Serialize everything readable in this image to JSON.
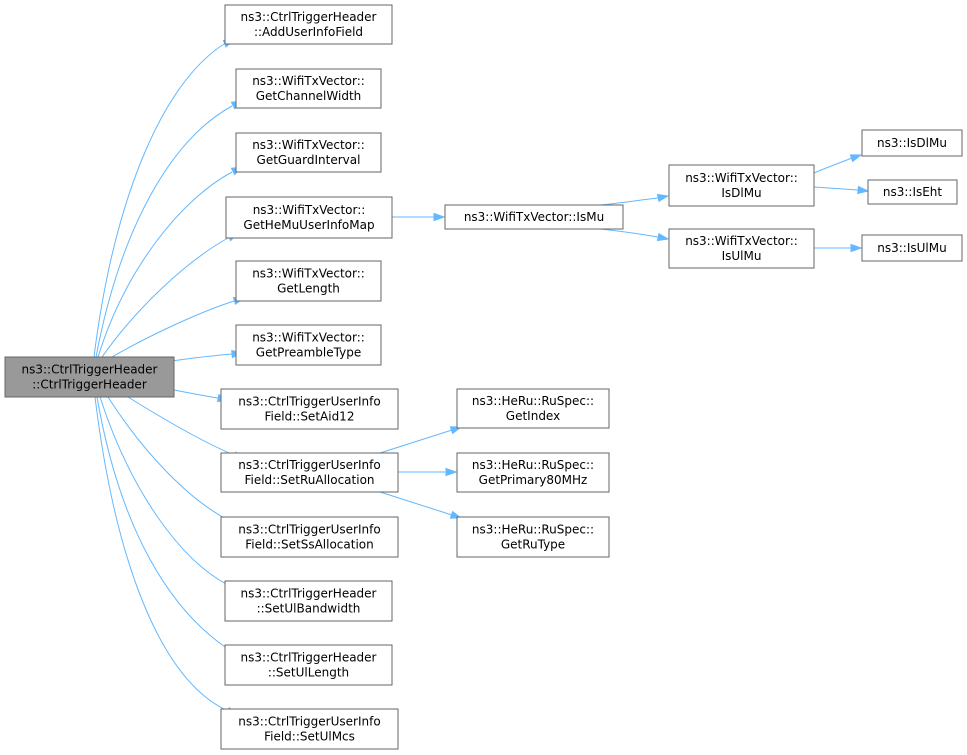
{
  "diagram": {
    "type": "call-graph",
    "colors": {
      "root_fill": "#999999",
      "node_fill": "#ffffff",
      "node_border": "#666666",
      "edge": "#63b8ff"
    },
    "nodes": [
      {
        "id": "root",
        "lines": [
          "ns3::CtrlTriggerHeader",
          "::CtrlTriggerHeader"
        ],
        "root": true
      },
      {
        "id": "addUserInfoField",
        "lines": [
          "ns3::CtrlTriggerHeader",
          "::AddUserInfoField"
        ]
      },
      {
        "id": "getChannelWidth",
        "lines": [
          "ns3::WifiTxVector::",
          "GetChannelWidth"
        ]
      },
      {
        "id": "getGuardInterval",
        "lines": [
          "ns3::WifiTxVector::",
          "GetGuardInterval"
        ]
      },
      {
        "id": "getHeMuUserInfoMap",
        "lines": [
          "ns3::WifiTxVector::",
          "GetHeMuUserInfoMap"
        ]
      },
      {
        "id": "getLength",
        "lines": [
          "ns3::WifiTxVector::",
          "GetLength"
        ]
      },
      {
        "id": "getPreambleType",
        "lines": [
          "ns3::WifiTxVector::",
          "GetPreambleType"
        ]
      },
      {
        "id": "setAid12",
        "lines": [
          "ns3::CtrlTriggerUserInfo",
          "Field::SetAid12"
        ]
      },
      {
        "id": "setRuAllocation",
        "lines": [
          "ns3::CtrlTriggerUserInfo",
          "Field::SetRuAllocation"
        ]
      },
      {
        "id": "setSsAllocation",
        "lines": [
          "ns3::CtrlTriggerUserInfo",
          "Field::SetSsAllocation"
        ]
      },
      {
        "id": "setUlBandwidth",
        "lines": [
          "ns3::CtrlTriggerHeader",
          "::SetUlBandwidth"
        ]
      },
      {
        "id": "setUlLength",
        "lines": [
          "ns3::CtrlTriggerHeader",
          "::SetUlLength"
        ]
      },
      {
        "id": "setUlMcs",
        "lines": [
          "ns3::CtrlTriggerUserInfo",
          "Field::SetUlMcs"
        ]
      },
      {
        "id": "isMu",
        "lines": [
          "ns3::WifiTxVector::IsMu"
        ]
      },
      {
        "id": "isDlMuVec",
        "lines": [
          "ns3::WifiTxVector::",
          "IsDlMu"
        ]
      },
      {
        "id": "isUlMuVec",
        "lines": [
          "ns3::WifiTxVector::",
          "IsUlMu"
        ]
      },
      {
        "id": "isDlMu",
        "lines": [
          "ns3::IsDlMu"
        ]
      },
      {
        "id": "isEht",
        "lines": [
          "ns3::IsEht"
        ]
      },
      {
        "id": "isUlMu",
        "lines": [
          "ns3::IsUlMu"
        ]
      },
      {
        "id": "getIndex",
        "lines": [
          "ns3::HeRu::RuSpec::",
          "GetIndex"
        ]
      },
      {
        "id": "getPrimary80MHz",
        "lines": [
          "ns3::HeRu::RuSpec::",
          "GetPrimary80MHz"
        ]
      },
      {
        "id": "getRuType",
        "lines": [
          "ns3::HeRu::RuSpec::",
          "GetRuType"
        ]
      }
    ],
    "edges": [
      {
        "from": "root",
        "to": "addUserInfoField"
      },
      {
        "from": "root",
        "to": "getChannelWidth"
      },
      {
        "from": "root",
        "to": "getGuardInterval"
      },
      {
        "from": "root",
        "to": "getHeMuUserInfoMap"
      },
      {
        "from": "root",
        "to": "getLength"
      },
      {
        "from": "root",
        "to": "getPreambleType"
      },
      {
        "from": "root",
        "to": "setAid12"
      },
      {
        "from": "root",
        "to": "setRuAllocation"
      },
      {
        "from": "root",
        "to": "setSsAllocation"
      },
      {
        "from": "root",
        "to": "setUlBandwidth"
      },
      {
        "from": "root",
        "to": "setUlLength"
      },
      {
        "from": "root",
        "to": "setUlMcs"
      },
      {
        "from": "getHeMuUserInfoMap",
        "to": "isMu"
      },
      {
        "from": "isMu",
        "to": "isDlMuVec"
      },
      {
        "from": "isMu",
        "to": "isUlMuVec"
      },
      {
        "from": "isDlMuVec",
        "to": "isDlMu"
      },
      {
        "from": "isDlMuVec",
        "to": "isEht"
      },
      {
        "from": "isUlMuVec",
        "to": "isUlMu"
      },
      {
        "from": "setRuAllocation",
        "to": "getIndex"
      },
      {
        "from": "setRuAllocation",
        "to": "getPrimary80MHz"
      },
      {
        "from": "setRuAllocation",
        "to": "getRuType"
      }
    ]
  }
}
